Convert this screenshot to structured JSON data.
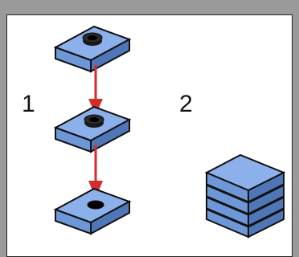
{
  "steps": [
    {
      "label": "1"
    },
    {
      "label": "2"
    }
  ],
  "colors": {
    "block": "#6e97d8",
    "block_top": "#8cb0ea",
    "block_side": "#4f76b6",
    "outline": "#111111",
    "arrow": "#d42b2b",
    "frame": "#9a9a9a",
    "panel": "#ffffff"
  },
  "parts": {
    "left_column": [
      "slotted-block",
      "slotted-block",
      "slotted-block"
    ],
    "right_stack": [
      "stacked-plate",
      "stacked-plate",
      "stacked-plate",
      "stacked-plate"
    ]
  }
}
